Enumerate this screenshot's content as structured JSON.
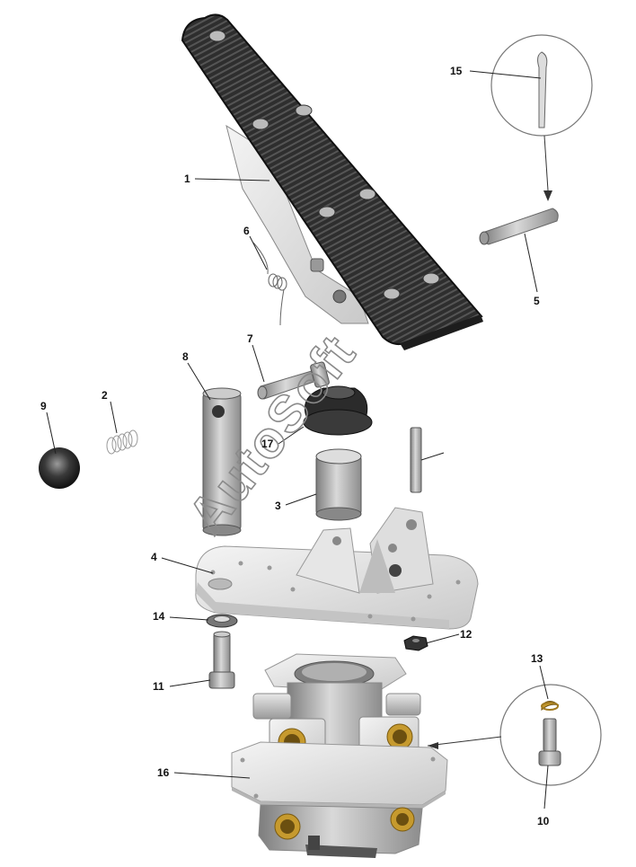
{
  "watermark": "AutoSoft",
  "callouts": [
    {
      "id": "c1",
      "text": "1"
    },
    {
      "id": "c2",
      "text": "2"
    },
    {
      "id": "c3",
      "text": "3"
    },
    {
      "id": "c4",
      "text": "4"
    },
    {
      "id": "c5",
      "text": "5"
    },
    {
      "id": "c6",
      "text": "6"
    },
    {
      "id": "c7",
      "text": "7"
    },
    {
      "id": "c8",
      "text": "8"
    },
    {
      "id": "c9",
      "text": "9"
    },
    {
      "id": "c10",
      "text": "10"
    },
    {
      "id": "c11",
      "text": "11"
    },
    {
      "id": "c12",
      "text": "12"
    },
    {
      "id": "c13",
      "text": "13"
    },
    {
      "id": "c14",
      "text": "14"
    },
    {
      "id": "c15",
      "text": "15"
    },
    {
      "id": "c16",
      "text": "16"
    },
    {
      "id": "c17",
      "text": "17"
    }
  ]
}
